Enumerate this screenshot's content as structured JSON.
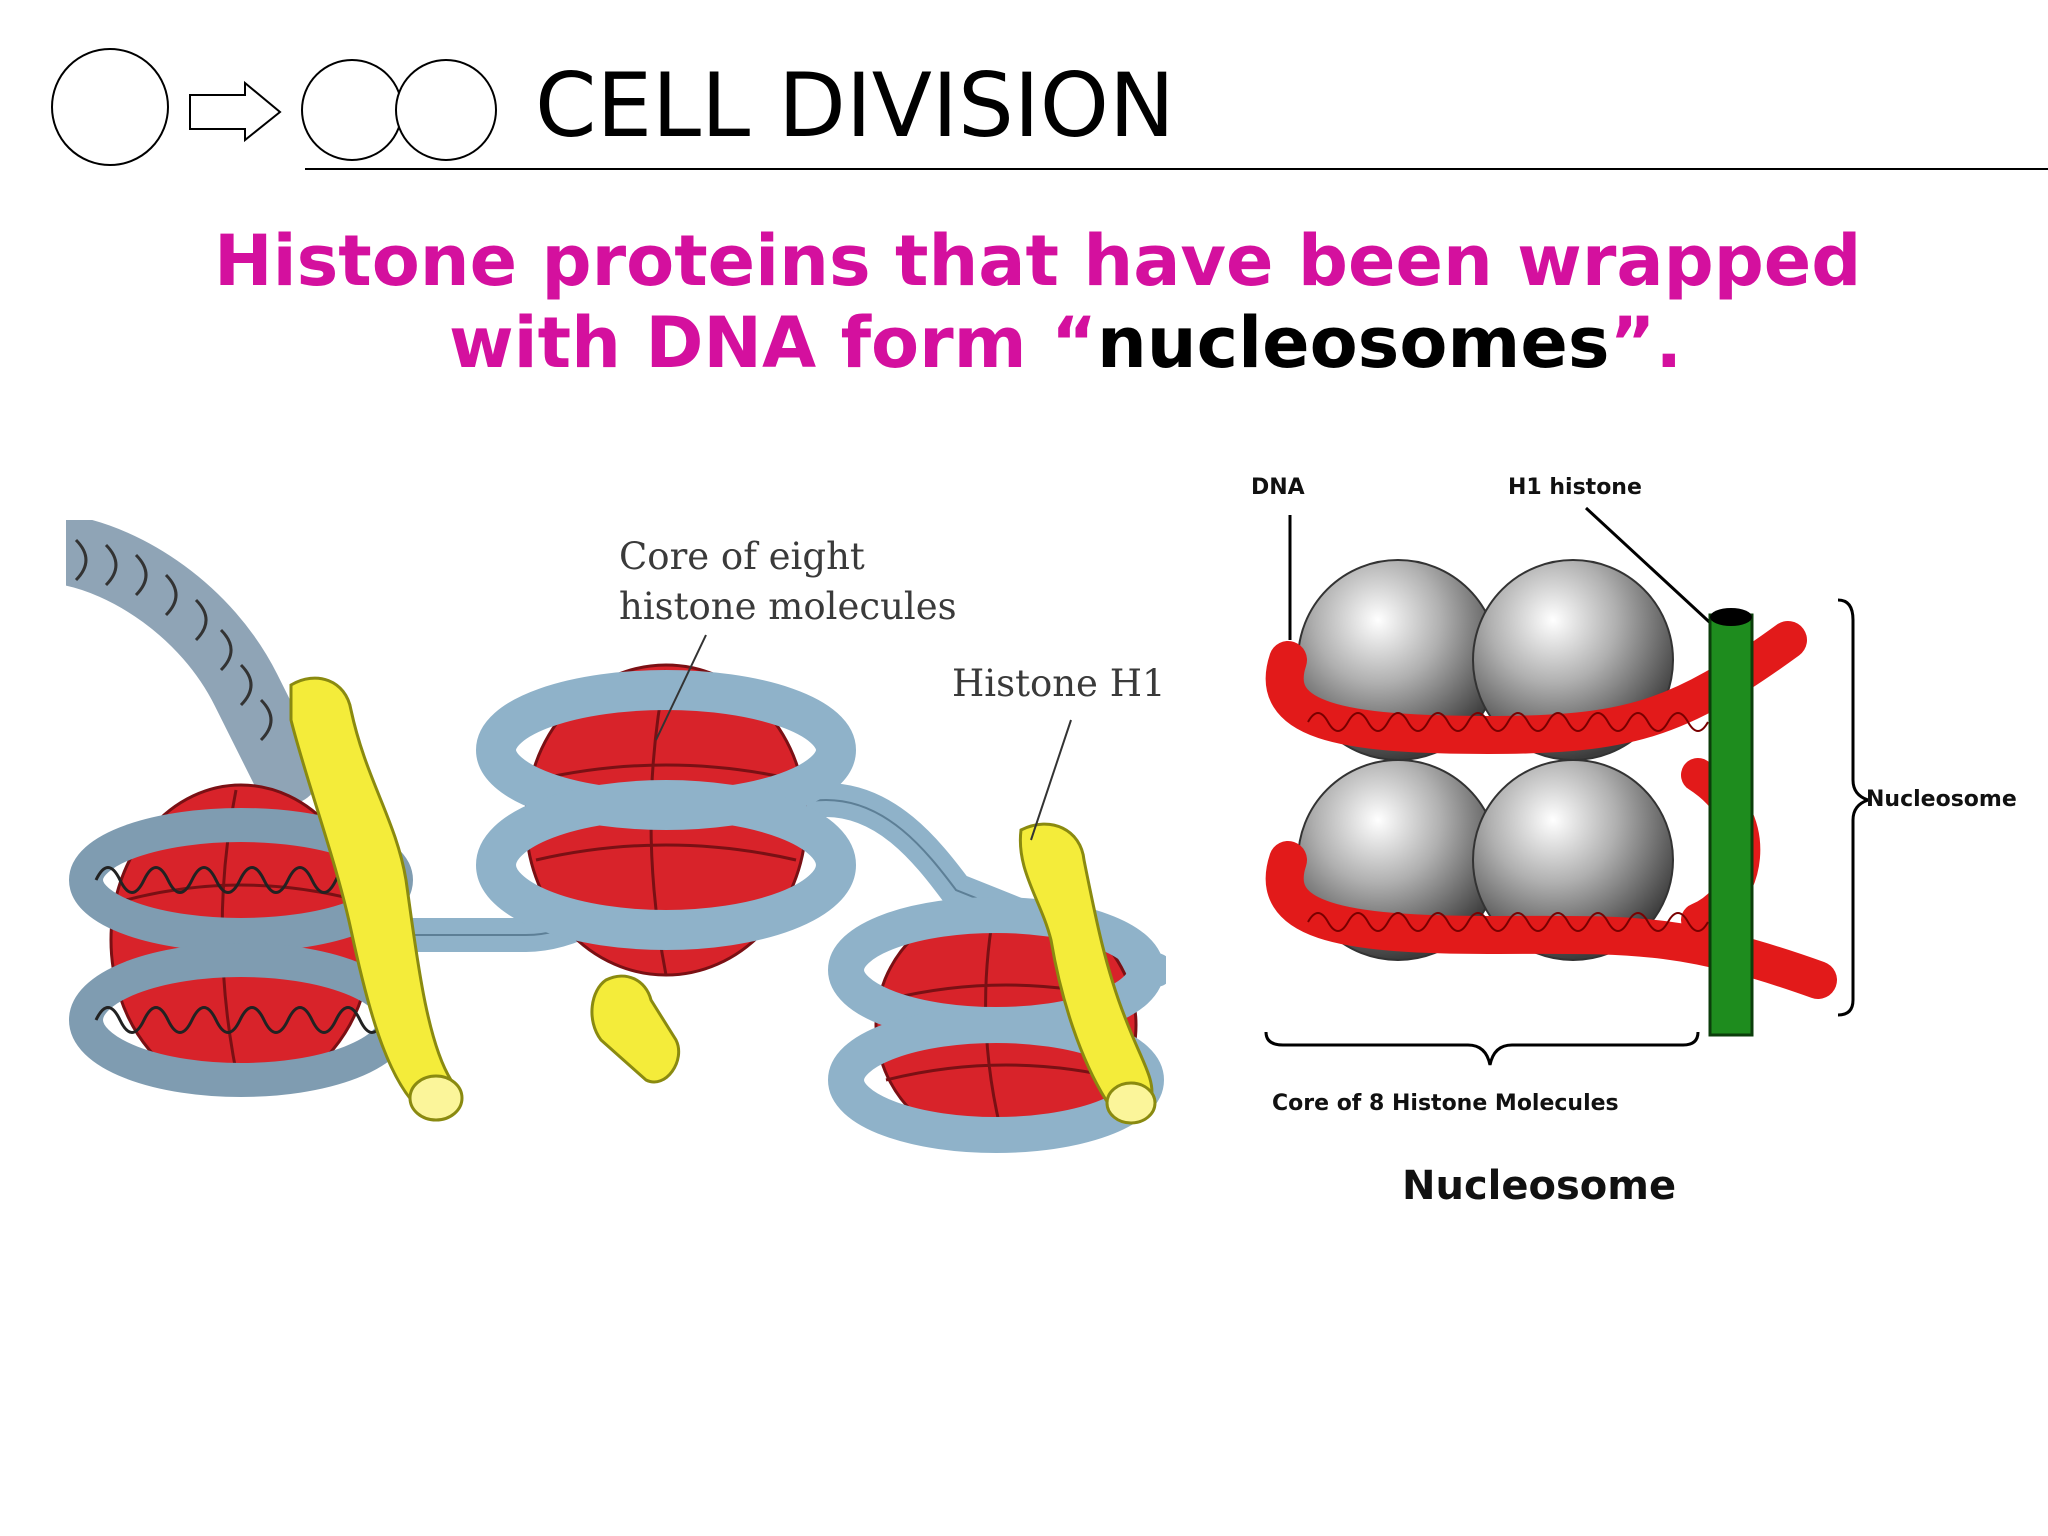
{
  "title": "CELL DIVISION",
  "heading": {
    "line1": "Histone proteins that have been wrapped",
    "line2_prefix": "with DNA form “",
    "line2_highlight": "nucleosomes",
    "line2_suffix": "”."
  },
  "left_figure": {
    "label_core_line1": "Core of eight",
    "label_core_line2": "histone molecules",
    "label_h1": "Histone H1"
  },
  "right_figure": {
    "label_dna": "DNA",
    "label_h1": "H1 histone",
    "label_nucleosome_side": "Nucleosome",
    "label_core": "Core of 8 Histone Molecules",
    "caption": "Nucleosome"
  },
  "colors": {
    "heading": "#d4109e",
    "histone_core": "#d8232a",
    "dna_wrap": "#8fb2c9",
    "histone_h1": "#f4ec3a",
    "h1_rod": "#1e8c1e",
    "core_sphere": "#8a8a8a"
  }
}
